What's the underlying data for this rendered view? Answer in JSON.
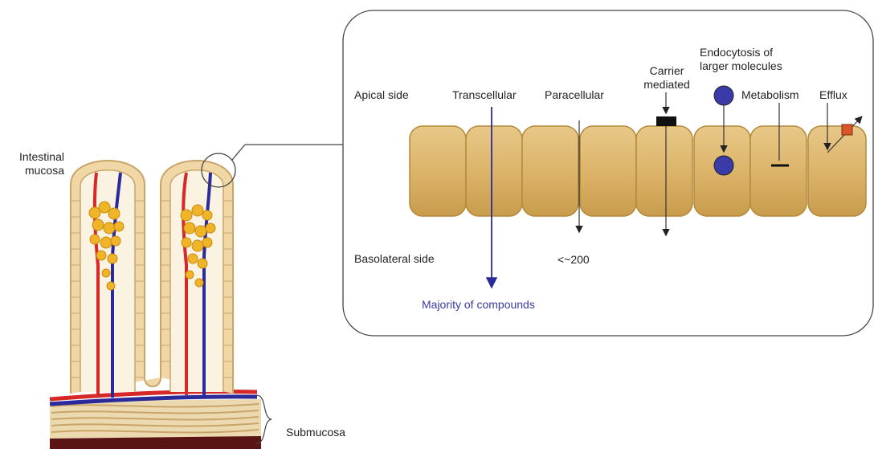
{
  "colors": {
    "cell_fill": "#dcb46a",
    "cell_stroke": "#b48a3a",
    "mucosa_fill": "#f1d7a6",
    "artery": "#d62828",
    "vein": "#2a2a9a",
    "blue_text": "#3a3aa0",
    "efflux_square": "#d9552b",
    "fat_globule": "#f0b429",
    "dark_muscle": "#5a1414"
  },
  "labels": {
    "intestinal_mucosa": [
      "Intestinal",
      "mucosa"
    ],
    "submucosa": "Submucosa",
    "apical_side": "Apical side",
    "basolateral_side": "Basolateral side",
    "transcellular": "Transcellular",
    "paracellular": "Paracellular",
    "carrier_mediated": [
      "Carrier",
      "mediated"
    ],
    "endocytosis": [
      "Endocytosis of",
      "larger molecules"
    ],
    "metabolism": "Metabolism",
    "efflux": "Efflux",
    "paracellular_limit": "<~200",
    "majority": "Majority of compounds"
  }
}
